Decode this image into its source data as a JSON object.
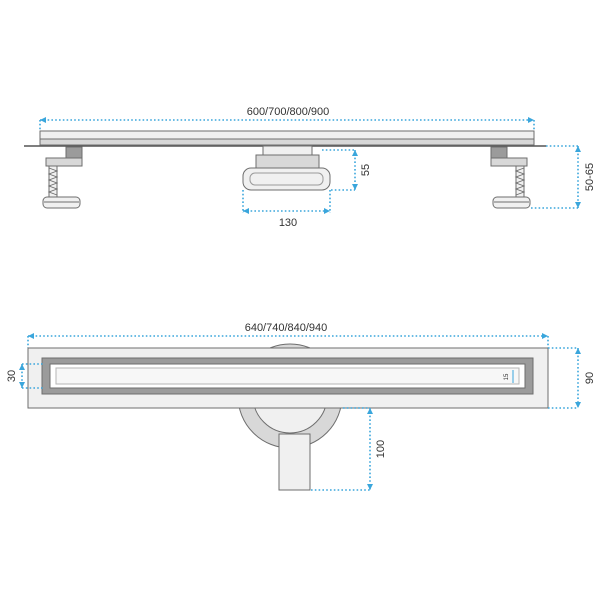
{
  "side_view": {
    "length_label": "600/700/800/900",
    "outlet_height_label": "55",
    "outlet_width_label": "130",
    "height_range_label": "50-65"
  },
  "top_view": {
    "length_label": "640/740/840/940",
    "channel_width_label": "30",
    "grate_gap_label": "15",
    "plate_width_label": "90",
    "outlet_depth_label": "100"
  },
  "colors": {
    "dimension_line": "#3aa6dc",
    "label_text": "#333333",
    "part_outline": "#6e6e6e",
    "light_fill": "#f0f0f0",
    "mid_fill": "#d8d8d8",
    "dark_fill": "#9b9b9b"
  }
}
